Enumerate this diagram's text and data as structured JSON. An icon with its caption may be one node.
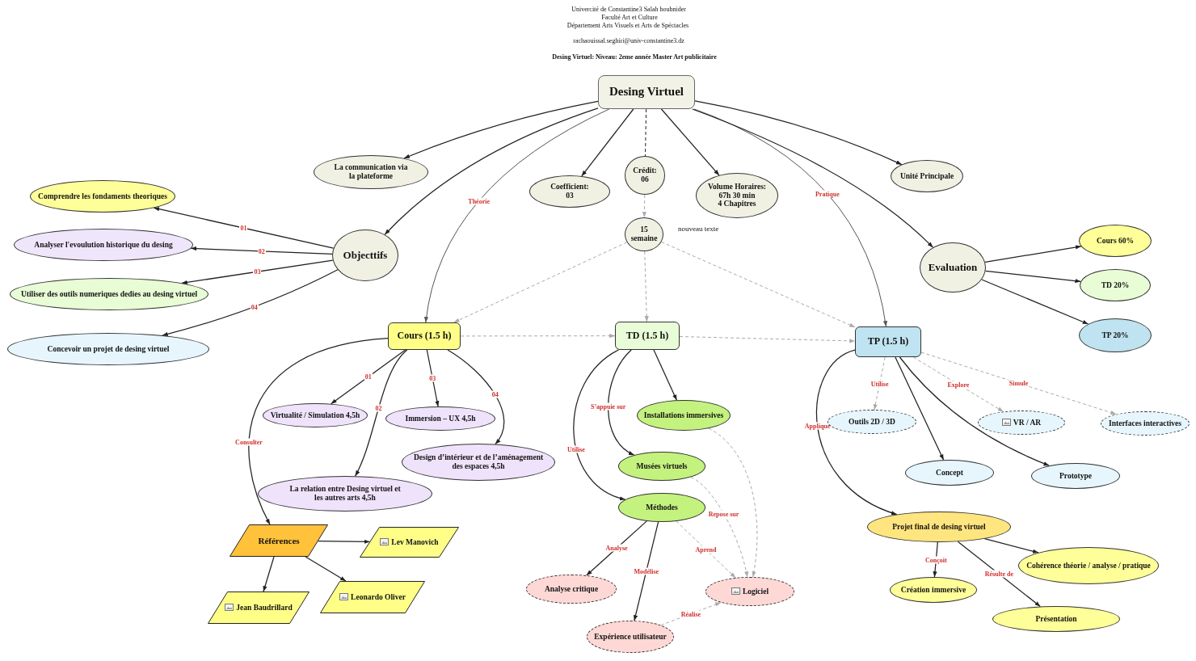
{
  "diagram": {
    "title": "Desing Virtuel: Niveau: 2eme année Master Art publicitaire",
    "nodes": [
      {
        "text": [
          "Desing Virtuel"
        ]
      },
      {
        "text": [
          "La communication via la plateforme"
        ]
      },
      {
        "text": [
          "Coefficient:",
          "03"
        ]
      },
      {
        "text": [
          "Crédit:",
          "06"
        ]
      },
      {
        "text": [
          "Volume Horaires:",
          "67h 30 min 4 Chapitres"
        ]
      },
      {
        "text": [
          "Unité Principale"
        ]
      },
      {
        "text": [
          "Objecttifs"
        ]
      },
      {
        "text": [
          "Comprendre les fondaments theoriques"
        ]
      },
      {
        "text": [
          "Analyser l'evoulution historique du desing"
        ]
      },
      {
        "text": [
          "Utiliser des outils numeriques dedies au desing virtuel"
        ]
      },
      {
        "text": [
          "Concevoir un projet de desing virtuel"
        ]
      },
      {
        "text": [
          "15 semaine"
        ]
      },
      {
        "text": [
          "Evaluation"
        ]
      },
      {
        "text": [
          "Cours 60%"
        ]
      },
      {
        "text": [
          "TD 20%"
        ]
      },
      {
        "text": [
          "TP 20%"
        ]
      },
      {
        "text": [
          "Cours (1.5 h)"
        ]
      },
      {
        "text": [
          "TD (1.5 h)"
        ]
      },
      {
        "text": [
          "TP (1.5 h)"
        ]
      },
      {
        "text": [
          "Virtualité / Simulation 4,5h"
        ]
      },
      {
        "text": [
          "La relation entre Desing virtuel et les autres arts 4,5h"
        ]
      },
      {
        "text": [
          "Immersion – UX 4,5h"
        ]
      },
      {
        "text": [
          "Design d’intérieur et de l’aménagement des espaces 4,5h"
        ]
      },
      {
        "text": [
          "Références"
        ]
      },
      {
        "text": [
          "Lev Manovich"
        ]
      },
      {
        "text": [
          "Jean Baudrillard"
        ]
      },
      {
        "text": [
          "Leonardo Oliver"
        ]
      },
      {
        "text": [
          "Installations immersives"
        ]
      },
      {
        "text": [
          "Musées virtuels"
        ]
      },
      {
        "text": [
          "Méthodes"
        ]
      },
      {
        "text": [
          "Analyse critique"
        ]
      },
      {
        "text": [
          "Logiciel"
        ]
      },
      {
        "text": [
          "Expérience utilisateur"
        ]
      },
      {
        "text": [
          "Outils 2D / 3D"
        ]
      },
      {
        "text": [
          "VR / AR"
        ]
      },
      {
        "text": [
          "Interfaces interactives"
        ]
      },
      {
        "text": [
          "Concept"
        ]
      },
      {
        "text": [
          "Prototype"
        ]
      },
      {
        "text": [
          "Projet final de desing virtuel"
        ]
      },
      {
        "text": [
          "Cohérence théorie / analyse / pratique"
        ]
      },
      {
        "text": [
          "Création immersive"
        ]
      },
      {
        "text": [
          "Présentation"
        ]
      }
    ],
    "edges": [
      {
        "from": 0,
        "to": 1,
        "arrow": "to"
      },
      {
        "from": 0,
        "to": 6,
        "arrow": "to"
      },
      {
        "from": 0,
        "to": 16,
        "arrow": "to",
        "label": "Théorie",
        "color": "#555555"
      },
      {
        "from": 0,
        "to": 2,
        "arrow": "to"
      },
      {
        "from": 0,
        "to": 3,
        "arrow": "none",
        "style": "dashed"
      },
      {
        "from": 0,
        "to": 4,
        "arrow": "to"
      },
      {
        "from": 0,
        "to": 18,
        "arrow": "to",
        "label": "Pratique",
        "color": "#555555"
      },
      {
        "from": 0,
        "to": 12,
        "arrow": "to"
      },
      {
        "from": 0,
        "to": 5,
        "arrow": "to"
      },
      {
        "from": 6,
        "to": 7,
        "arrow": "to",
        "label": "01"
      },
      {
        "from": 6,
        "to": 8,
        "arrow": "to",
        "label": "02"
      },
      {
        "from": 6,
        "to": 9,
        "arrow": "to",
        "label": "03"
      },
      {
        "from": 6,
        "to": 10,
        "arrow": "to",
        "label": "04"
      },
      {
        "from": 3,
        "to": 11,
        "arrow": "to",
        "style": "dashed",
        "color": "#aaaaaa"
      },
      {
        "from": 11,
        "to": 16,
        "arrow": "to",
        "style": "dashed",
        "color": "#aaaaaa"
      },
      {
        "from": 11,
        "to": 17,
        "arrow": "to",
        "style": "dashed",
        "color": "#aaaaaa"
      },
      {
        "from": 11,
        "to": 18,
        "arrow": "to",
        "style": "dashed",
        "color": "#aaaaaa"
      },
      {
        "from": 16,
        "to": 17,
        "arrow": "to",
        "style": "dashed",
        "color": "#aaaaaa"
      },
      {
        "from": 17,
        "to": 18,
        "arrow": "to",
        "style": "dashed",
        "color": "#aaaaaa"
      },
      {
        "from": 12,
        "to": 13,
        "arrow": "to"
      },
      {
        "from": 12,
        "to": 14,
        "arrow": "to"
      },
      {
        "from": 12,
        "to": 15,
        "arrow": "to"
      },
      {
        "from": 16,
        "to": 19,
        "arrow": "to",
        "label": "01"
      },
      {
        "from": 16,
        "to": 20,
        "arrow": "to",
        "label": "02"
      },
      {
        "from": 16,
        "to": 21,
        "arrow": "to",
        "label": "03"
      },
      {
        "from": 16,
        "to": 22,
        "arrow": "to",
        "label": "04"
      },
      {
        "from": 16,
        "to": 23,
        "arrow": "to",
        "label": "Consulter"
      },
      {
        "from": 23,
        "to": 24,
        "arrow": "to"
      },
      {
        "from": 23,
        "to": 25,
        "arrow": "to"
      },
      {
        "from": 23,
        "to": 26,
        "arrow": "to"
      },
      {
        "from": 17,
        "to": 27,
        "arrow": "to"
      },
      {
        "from": 17,
        "to": 28,
        "arrow": "to",
        "label": "S’appuie sur"
      },
      {
        "from": 17,
        "to": 29,
        "arrow": "to",
        "label": "Utilise"
      },
      {
        "from": 27,
        "to": 31,
        "arrow": "to",
        "style": "dashed",
        "color": "#aaaaaa"
      },
      {
        "from": 28,
        "to": 31,
        "arrow": "to",
        "style": "dashed",
        "color": "#aaaaaa",
        "label": "Repose sur"
      },
      {
        "from": 29,
        "to": 31,
        "arrow": "to",
        "style": "dashed",
        "color": "#aaaaaa",
        "label": "Aprend"
      },
      {
        "from": 29,
        "to": 30,
        "arrow": "to",
        "label": "Analyse"
      },
      {
        "from": 29,
        "to": 32,
        "arrow": "to",
        "label": "Modélise"
      },
      {
        "from": 32,
        "to": 31,
        "arrow": "to",
        "style": "dashed",
        "color": "#aaaaaa",
        "label": "Réalise"
      },
      {
        "from": 18,
        "to": 33,
        "arrow": "to",
        "style": "dashed",
        "color": "#aaaaaa",
        "label": "Utilise"
      },
      {
        "from": 18,
        "to": 34,
        "arrow": "to",
        "style": "dashed",
        "color": "#aaaaaa",
        "label": "Explore"
      },
      {
        "from": 18,
        "to": 35,
        "arrow": "to",
        "style": "dashed",
        "color": "#aaaaaa",
        "label": "Simule"
      },
      {
        "from": 18,
        "to": 36,
        "arrow": "to"
      },
      {
        "from": 18,
        "to": 37,
        "arrow": "to"
      },
      {
        "from": 18,
        "to": 38,
        "arrow": "to",
        "label": "Applique"
      },
      {
        "from": 38,
        "to": 39,
        "arrow": "to"
      },
      {
        "from": 38,
        "to": 40,
        "arrow": "to",
        "label": "Conçoit"
      },
      {
        "from": 38,
        "to": 41,
        "arrow": "to",
        "label": "Résulte de"
      }
    ],
    "labels": [
      "Univercité de Constantine3 Salah boubnider",
      "Faculté Art et Culture",
      "Département Arts Visuels et Arts de Spéctacles",
      "rachaouissal.seghiri@univ-constantine3.dz",
      "nouveau texte"
    ]
  }
}
